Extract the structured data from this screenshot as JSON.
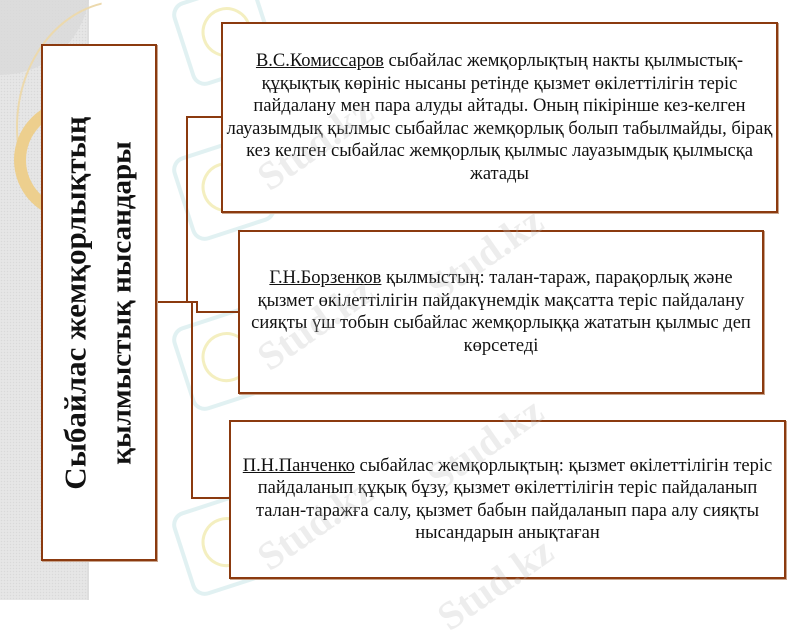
{
  "diagram": {
    "title": {
      "line1": "Сыбайлас жемқорлықтың",
      "line2": "қылмыстық нысандары"
    },
    "boxes": [
      {
        "author": "В.С.Комиссаров",
        "text": " сыбайлас жемқорлықтың накты қылмыстық-құқықтық көрініс нысаны ретінде қызмет өкілеттілігін теріс пайдалану мен пара алуды айтады. Оның пікірінше кез-келген лауазымдық қылмыс сыбайлас жемқорлық болып табылмайды, бірақ кез келген сыбайлас жемқорлық қылмыс лауазымдық қылмысқа жатады"
      },
      {
        "author": "Г.Н.Борзенков",
        "text": " қылмыстың: талан-тараж, парақорлық және қызмет өкілеттілігін пайдакүнемдік мақсатта теріс пайдалану сияқты үш тобын сыбайлас жемқорлыққа жататын қылмыс деп көрсетеді"
      },
      {
        "author": "П.Н.Панченко",
        "text": " сыбайлас жемқорлықтың: қызмет өкілеттілігін теріс пайдаланып құқық бұзу, қызмет өкілеттілігін  теріс пайдаланып талан-таражға салу, қызмет бабын пайдаланып пара алу сияқты нысандарын анықтаған"
      }
    ],
    "watermark": "Stud.kz",
    "colors": {
      "border": "#8b3a0f",
      "text": "#111111",
      "background": "#ffffff",
      "side_panel": "#eeeeee",
      "gold_ring": "#edcf8e"
    }
  }
}
